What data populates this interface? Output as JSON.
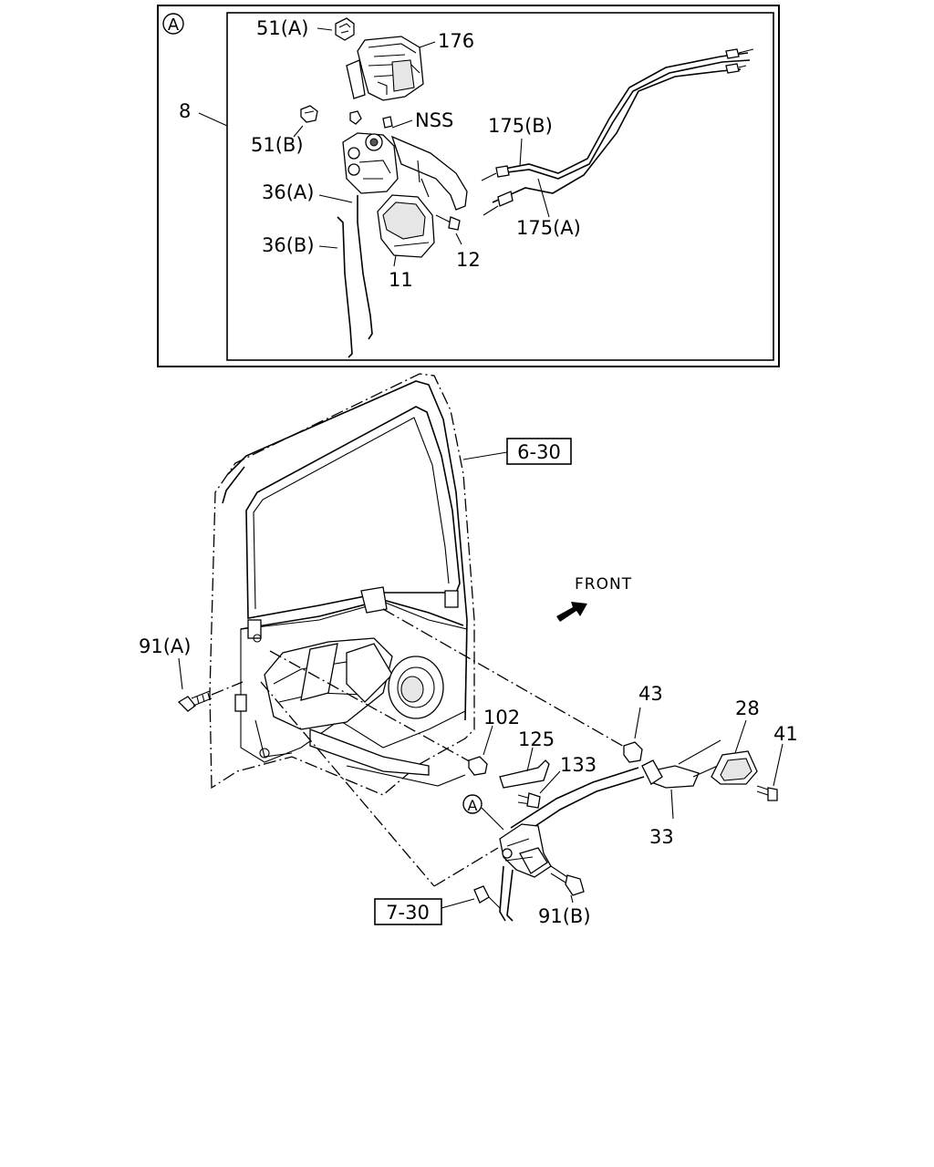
{
  "inset": {
    "marker": "A",
    "labels": {
      "p51a": "51(A)",
      "p176": "176",
      "p8": "8",
      "p51b": "51(B)",
      "nss": "NSS",
      "p175b": "175(B)",
      "p36a": "36(A)",
      "p36b": "36(B)",
      "p175a": "175(A)",
      "p12": "12",
      "p11": "11"
    }
  },
  "main": {
    "refs": {
      "r630": "6-30",
      "r730": "7-30"
    },
    "front": "FRONT",
    "callout_marker": "A",
    "labels": {
      "p91a": "91(A)",
      "p43": "43",
      "p28": "28",
      "p41": "41",
      "p102": "102",
      "p125": "125",
      "p133": "133",
      "p33": "33",
      "p91b": "91(B)"
    }
  }
}
